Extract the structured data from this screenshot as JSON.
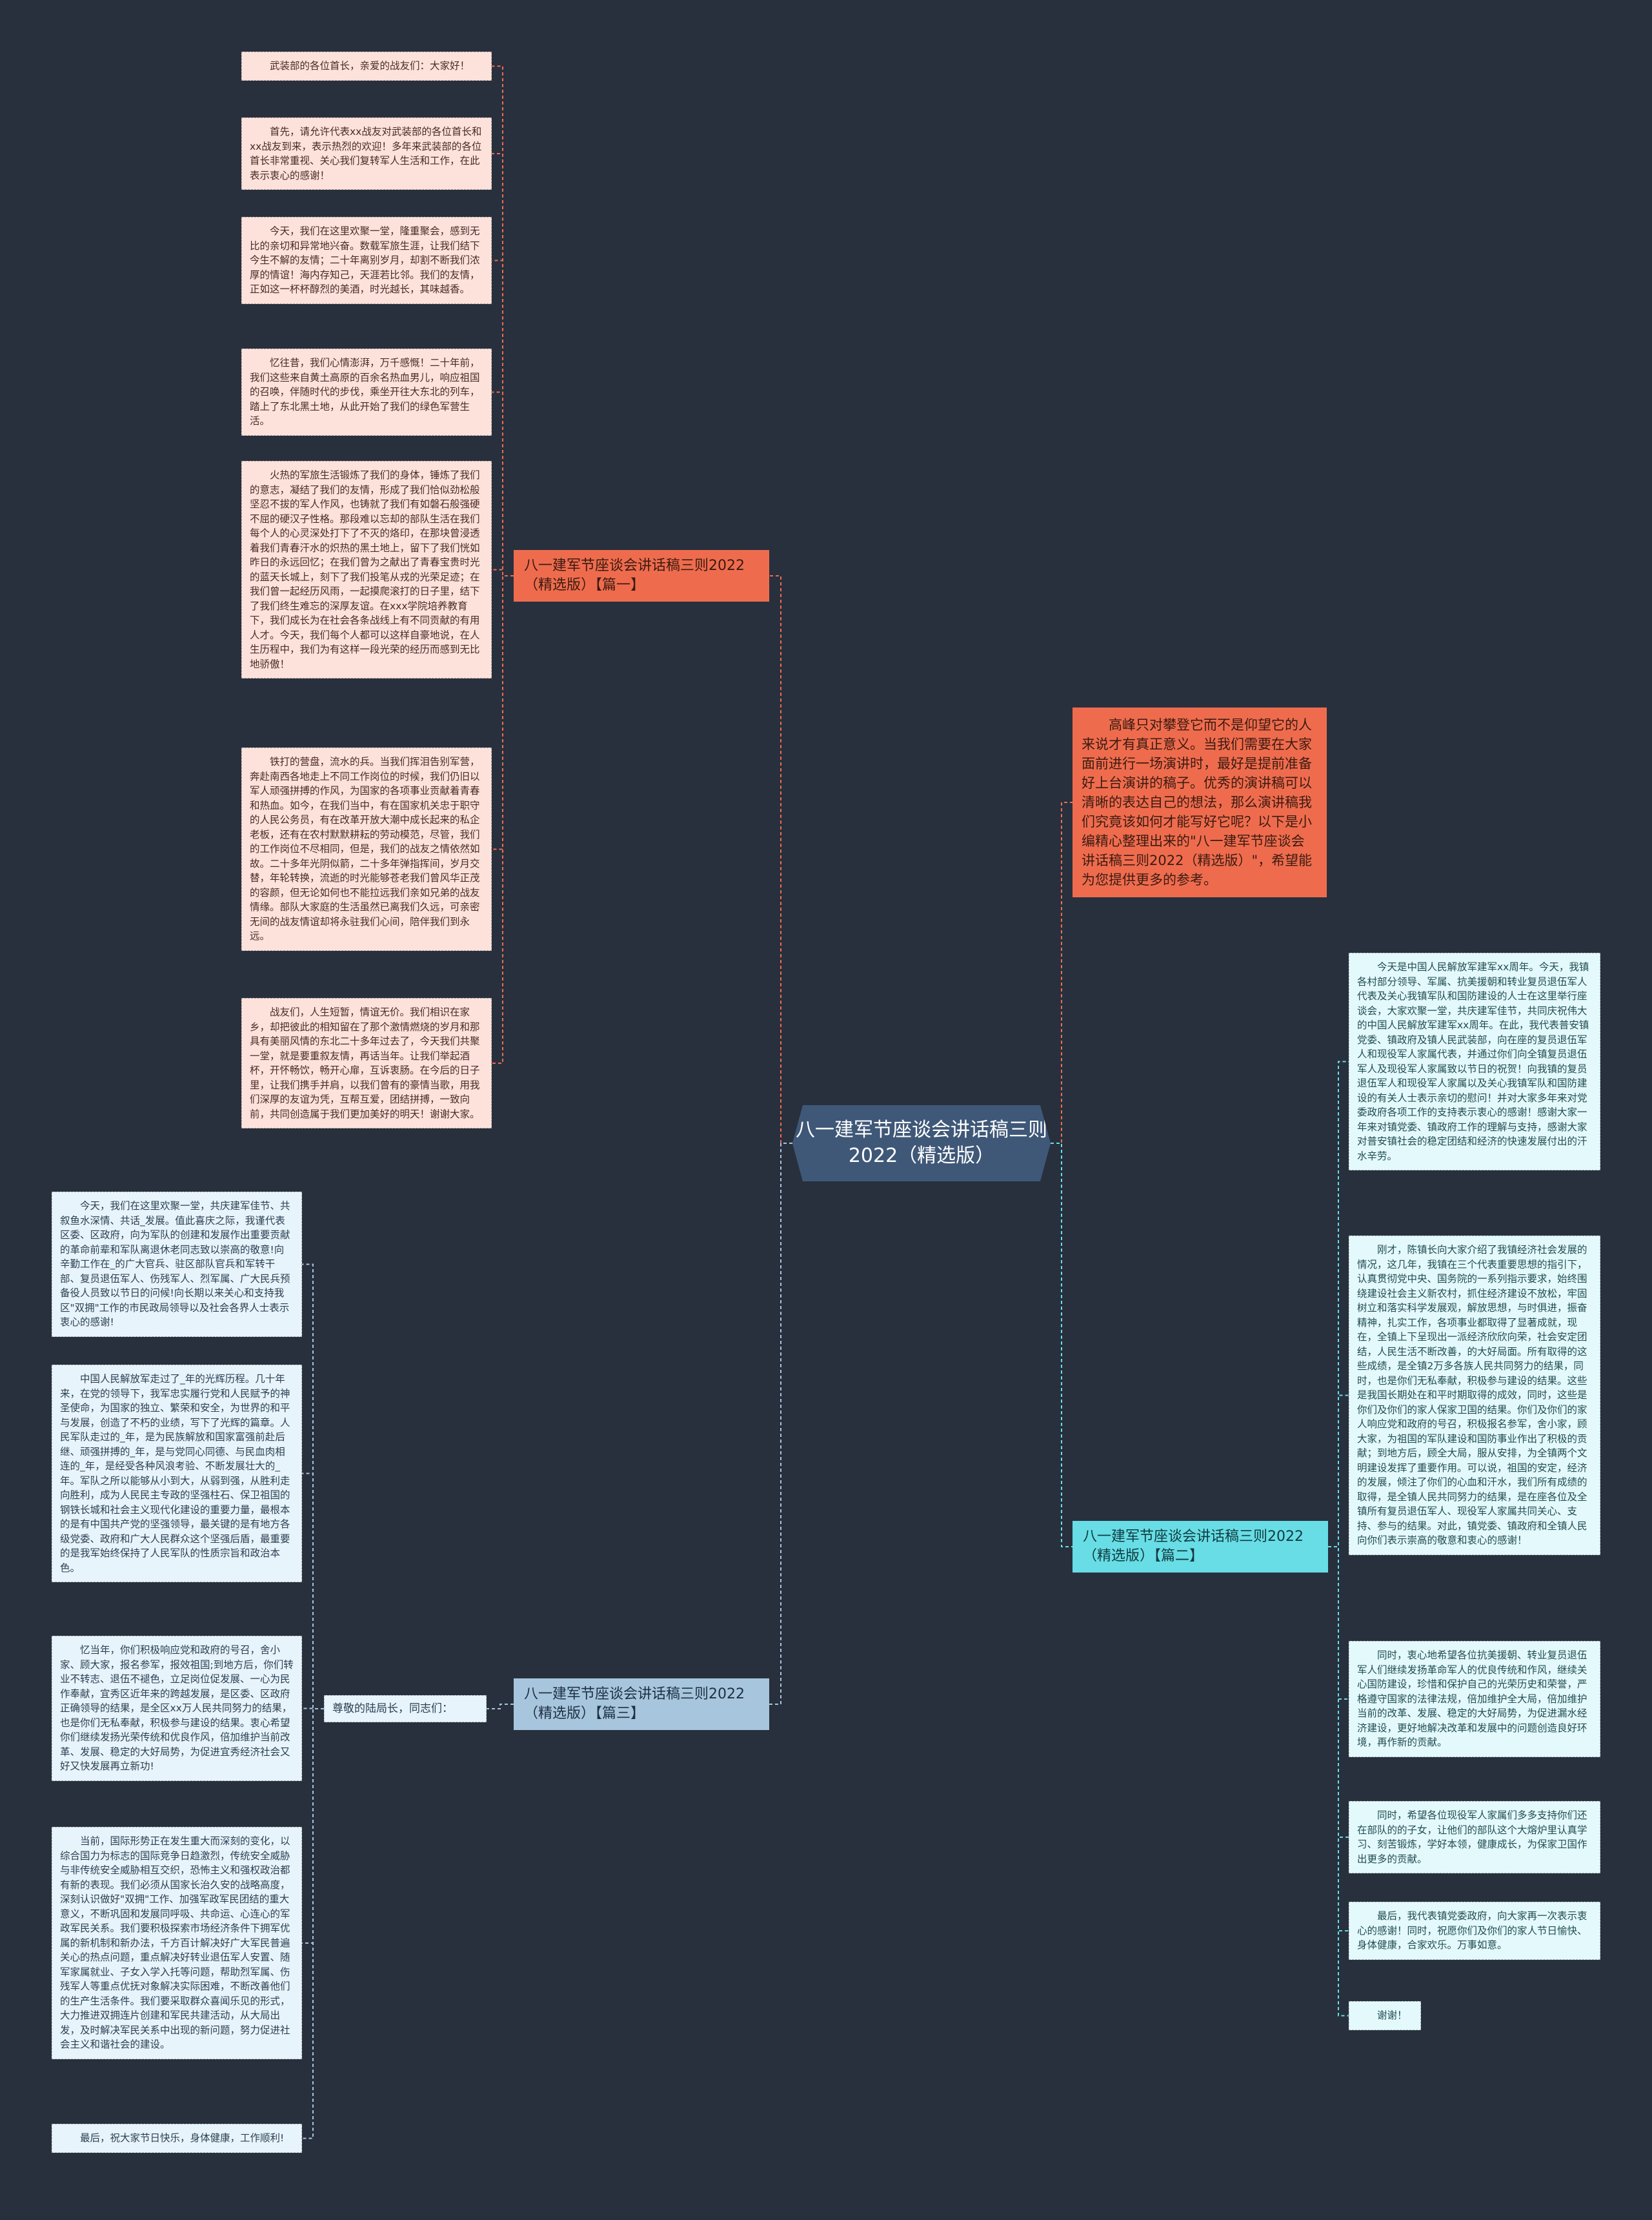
{
  "central": "八一建军节座谈会讲话稿三则2022（精选版）",
  "intro": "　　高峰只对攀登它而不是仰望它的人来说才有真正意义。当我们需要在大家面前进行一场演讲时，最好是提前准备好上台演讲的稿子。优秀的演讲稿可以清晰的表达自己的想法，那么演讲稿我们究竟该如何才能写好它呢？以下是小编精心整理出来的\"八一建军节座谈会讲话稿三则2022（精选版）\"，希望能为您提供更多的参考。",
  "branches": {
    "b1": {
      "label": "八一建军节座谈会讲话稿三则2022（精选版）【篇一】",
      "leaves": [
        "　　武装部的各位首长，亲爱的战友们：大家好！",
        "　　首先，请允许代表xx战友对武装部的各位首长和xx战友到来，表示热烈的欢迎！多年来武装部的各位首长非常重视、关心我们复转军人生活和工作，在此表示衷心的感谢！",
        "　　今天，我们在这里欢聚一堂，隆重聚会，感到无比的亲切和异常地兴奋。数载军旅生涯，让我们结下今生不解的友情；二十年离别岁月，却割不断我们浓厚的情谊！海内存知己，天涯若比邻。我们的友情，正如这一杯杯醇烈的美酒，时光越长，其味越香。",
        "　　忆往昔，我们心情澎湃，万千感慨！二十年前，我们这些来自黄土高原的百余名热血男儿，响应祖国的召唤，伴随时代的步伐，乘坐开往大东北的列车，踏上了东北黑土地，从此开始了我们的绿色军营生活。",
        "　　火热的军旅生活锻炼了我们的身体，锤炼了我们的意志，凝结了我们的友情，形成了我们恰似劲松般坚忍不拔的军人作风，也铸就了我们有如磐石般强硬不屈的硬汉子性格。那段难以忘却的部队生活在我们每个人的心灵深处打下了不灭的烙印，在那块曾浸透着我们青春汗水的炽热的黑土地上，留下了我们恍如昨日的永远回忆；在我们曾为之献出了青春宝贵时光的蓝天长城上，刻下了我们投笔从戎的光荣足迹；在我们曾一起经历风雨，一起摸爬滚打的日子里，结下了我们终生难忘的深厚友谊。在xxx学院培养教育下，我们成长为在社会各条战线上有不同贡献的有用人才。今天，我们每个人都可以这样自豪地说，在人生历程中，我们为有这样一段光荣的经历而感到无比地骄傲！",
        "　　铁打的营盘，流水的兵。当我们挥泪告别军营，奔赴南西各地走上不同工作岗位的时候，我们仍旧以军人顽强拼搏的作风，为国家的各项事业贡献着青春和热血。如今，在我们当中，有在国家机关忠于职守的人民公务员，有在改革开放大潮中成长起来的私企老板，还有在农村默默耕耘的劳动模范，尽管，我们的工作岗位不尽相同，但是，我们的战友之情依然如故。二十多年光阴似箭，二十多年弹指挥间，岁月交替，年轮转换，流逝的时光能够苍老我们曾风华正茂的容颜，但无论如何也不能拉远我们亲如兄弟的战友情缘。部队大家庭的生活虽然已离我们久远，可亲密无间的战友情谊却将永驻我们心间，陪伴我们到永远。",
        "　　战友们，人生短暂，情谊无价。我们相识在家乡，却把彼此的相知留在了那个激情燃烧的岁月和那具有美丽风情的东北二十多年过去了，今天我们共聚一堂，就是要重叙友情，再话当年。让我们举起酒杯，开怀畅饮，畅开心扉，互诉衷肠。在今后的日子里，让我们携手并肩，以我们曾有的豪情当歌，用我们深厚的友谊为凭，互帮互爱，团结拼搏，一致向前，共同创造属于我们更加美好的明天！谢谢大家。"
      ]
    },
    "b2": {
      "label": "八一建军节座谈会讲话稿三则2022（精选版）【篇三】",
      "mid": "尊敬的陆局长，同志们：",
      "leaves": [
        "　　今天，我们在这里欢聚一堂，共庆建军佳节、共叙鱼水深情、共话_发展。值此喜庆之际，我谨代表区委、区政府，向为军队的创建和发展作出重要贡献的革命前辈和军队离退休老同志致以崇高的敬意!向辛勤工作在_的广大官兵、驻区部队官兵和军转干部、复员退伍军人、伤残军人、烈军属、广大民兵预备役人员致以节日的问候!向长期以来关心和支持我区\"双拥\"工作的市民政局领导以及社会各界人士表示衷心的感谢!",
        "　　中国人民解放军走过了_年的光辉历程。几十年来，在党的领导下，我军忠实履行党和人民赋予的神圣使命，为国家的独立、繁荣和安全，为世界的和平与发展，创造了不朽的业绩，写下了光辉的篇章。人民军队走过的_年，是为民族解放和国家富强前赴后继、顽强拼搏的_年，是与党同心同德、与民血肉相连的_年，是经受各种风浪考验、不断发展壮大的_年。军队之所以能够从小到大，从弱到强，从胜利走向胜利，成为人民民主专政的坚强柱石、保卫祖国的钢铁长城和社会主义现代化建设的重要力量，最根本的是有中国共产党的坚强领导，最关键的是有地方各级党委、政府和广大人民群众这个坚强后盾，最重要的是我军始终保持了人民军队的性质宗旨和政治本色。",
        "　　忆当年，你们积极响应党和政府的号召，舍小家、顾大家，报名参军，报效祖国;到地方后，你们转业不转志、退伍不褪色，立足岗位促发展、一心为民作奉献，宜秀区近年来的跨越发展，是区委、区政府正确领导的结果，是全区xx万人民共同努力的结果，也是你们无私奉献，积极参与建设的结果。衷心希望你们继续发扬光荣传统和优良作风，倍加维护当前改革、发展、稳定的大好局势，为促进宜秀经济社会又好又快发展再立新功!",
        "　　当前，国际形势正在发生重大而深刻的变化，以综合国力为标志的国际竞争日趋激烈，传统安全威胁与非传统安全威胁相互交织，恐怖主义和强权政治都有新的表现。我们必须从国家长治久安的战略高度，深刻认识做好\"双拥\"工作、加强军政军民团结的重大意义，不断巩固和发展同呼吸、共命运、心连心的军政军民关系。我们要积极探索市场经济条件下拥军优属的新机制和新办法，千方百计解决好广大军民普遍关心的热点问题，重点解决好转业退伍军人安置、随军家属就业、子女入学入托等问题，帮助烈军属、伤残军人等重点优抚对象解决实际困难，不断改善他们的生产生活条件。我们要采取群众喜闻乐见的形式，大力推进双拥连片创建和军民共建活动，从大局出发，及时解决军民关系中出现的新问题，努力促进社会主义和谐社会的建设。",
        "　　最后，祝大家节日快乐，身体健康，工作顺利!"
      ]
    },
    "b3": {
      "label": "八一建军节座谈会讲话稿三则2022（精选版）【篇二】",
      "leaves": [
        "　　今天是中国人民解放军建军xx周年。今天，我镇各村部分领导、军属、抗美援朝和转业复员退伍军人代表及关心我镇军队和国防建设的人士在这里举行座谈会，大家欢聚一堂，共庆建军佳节，共同庆祝伟大的中国人民解放军建军xx周年。在此，我代表普安镇党委、镇政府及镇人民武装部，向在座的复员退伍军人和现役军人家属代表，并通过你们向全镇复员退伍军人及现役军人家属致以节日的祝贺！向我镇的复员退伍军人和现役军人家属以及关心我镇军队和国防建设的有关人士表示亲切的慰问！并对大家多年来对党委政府各项工作的支持表示衷心的感谢！感谢大家一年来对镇党委、镇政府工作的理解与支持，感谢大家对普安镇社会的稳定团结和经济的快速发展付出的汗水辛劳。",
        "　　刚才，陈镇长向大家介绍了我镇经济社会发展的情况，这几年，我镇在三个代表重要思想的指引下，认真贯彻党中央、国务院的一系列指示要求，始终围绕建设社会主义新农村，抓住经济建设不放松，牢固树立和落实科学发展观，解放思想，与时俱进，振奋精神，扎实工作，各项事业都取得了显著成就，现在，全镇上下呈现出一派经济欣欣向荣，社会安定团结，人民生活不断改善，的大好局面。所有取得的这些成绩，是全镇2万多各族人民共同努力的结果，同时，也是你们无私奉献，积极参与建设的结果。这些是我国长期处在和平时期取得的成效，同时，这些是你们及你们的家人保家卫国的结果。你们及你们的家人响应党和政府的号召，积极报名参军，舍小家，顾大家，为祖国的军队建设和国防事业作出了积极的贡献；到地方后，顾全大局，服从安排，为全镇两个文明建设发挥了重要作用。可以说，祖国的安定，经济的发展，倾注了你们的心血和汗水，我们所有成绩的取得，是全镇人民共同努力的结果，是在座各位及全镇所有复员退伍军人、现役军人家属共同关心、支持、参与的结果。对此，镇党委、镇政府和全镇人民向你们表示崇高的敬意和衷心的感谢！",
        "　　同时，衷心地希望各位抗美援朝、转业复员退伍军人们继续发扬革命军人的优良传统和作风，继续关心国防建设，珍惜和保护自己的光荣历史和荣誉，严格遵守国家的法律法规，倍加维护全大局，倍加维护当前的改革、发展、稳定的大好局势，为促进漏水经济建设，更好地解决改革和发展中的问题创造良好环境，再作新的贡献。",
        "　　同时，希望各位现役军人家属们多多支持你们还在部队的的子女，让他们的部队这个大熔炉里认真学习、刻苦锻炼，学好本领，健康成长，为保家卫国作出更多的贡献。",
        "　　最后，我代表镇党委政府，向大家再一次表示衷心的感谢！同时，祝愿你们及你们的家人节日愉快、身体健康，合家欢乐。万事如意。",
        "　　谢谢！"
      ]
    }
  },
  "colors": {
    "background": "#28303d",
    "central": "#3f5878",
    "branch1": "#ee6c4d",
    "branch2": "#a7c5dc",
    "branch3": "#68dde5",
    "wire1": "#ee6c4d",
    "wire2": "#a7c5dc",
    "wire3": "#68dde5"
  }
}
